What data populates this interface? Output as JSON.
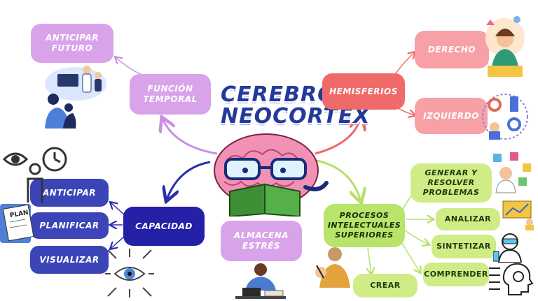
{
  "title": {
    "line1": "CEREBRO",
    "line2": "NEOCORTEX"
  },
  "nodes": {
    "anticipar_futuro": "ANTICIPAR\nFUTURO",
    "funcion_temporal": "FUNCIÓN\nTEMPORAL",
    "hemisferios": "HEMISFERIOS",
    "derecho": "DERECHO",
    "izquierdo": "IZQUIERDO",
    "capacidad": "CAPACIDAD",
    "anticipar": "ANTICIPAR",
    "planificar": "PLANIFICAR",
    "visualizar": "VISUALIZAR",
    "almacena_estres": "ALMACENA\nESTRÉS",
    "procesos": "PROCESOS\nINTELECTUALES\nSUPERIORES",
    "generar": "GENERAR Y\nRESOLVER\nPROBLEMAS",
    "analizar": "ANALIZAR",
    "sintetizar": "SINTETIZAR",
    "comprender": "COMPRENDER",
    "crear": "CREAR"
  },
  "labels": {
    "plan": "PLAN"
  },
  "colors": {
    "violet": "#d9a3ea",
    "red": "#f06a6a",
    "pink": "#f7a0a6",
    "blue": "#3b45b8",
    "navy": "#2420a8",
    "green": "#cfec86",
    "lime": "#b9e46a",
    "title": "#233a9b"
  },
  "icons": [
    "brain-with-glasses-reading-icon",
    "team-meeting-icon",
    "woman-thinking-icon",
    "girl-painting-icon",
    "gears-chess-head-icon",
    "person-clock-eye-icon",
    "plan-document-icon",
    "eye-arrows-icon",
    "stressed-person-laptop-icon",
    "woman-writing-icon",
    "puzzle-thinking-icon",
    "analyzing-person-icon",
    "scientist-icon",
    "head-arrows-icon"
  ]
}
